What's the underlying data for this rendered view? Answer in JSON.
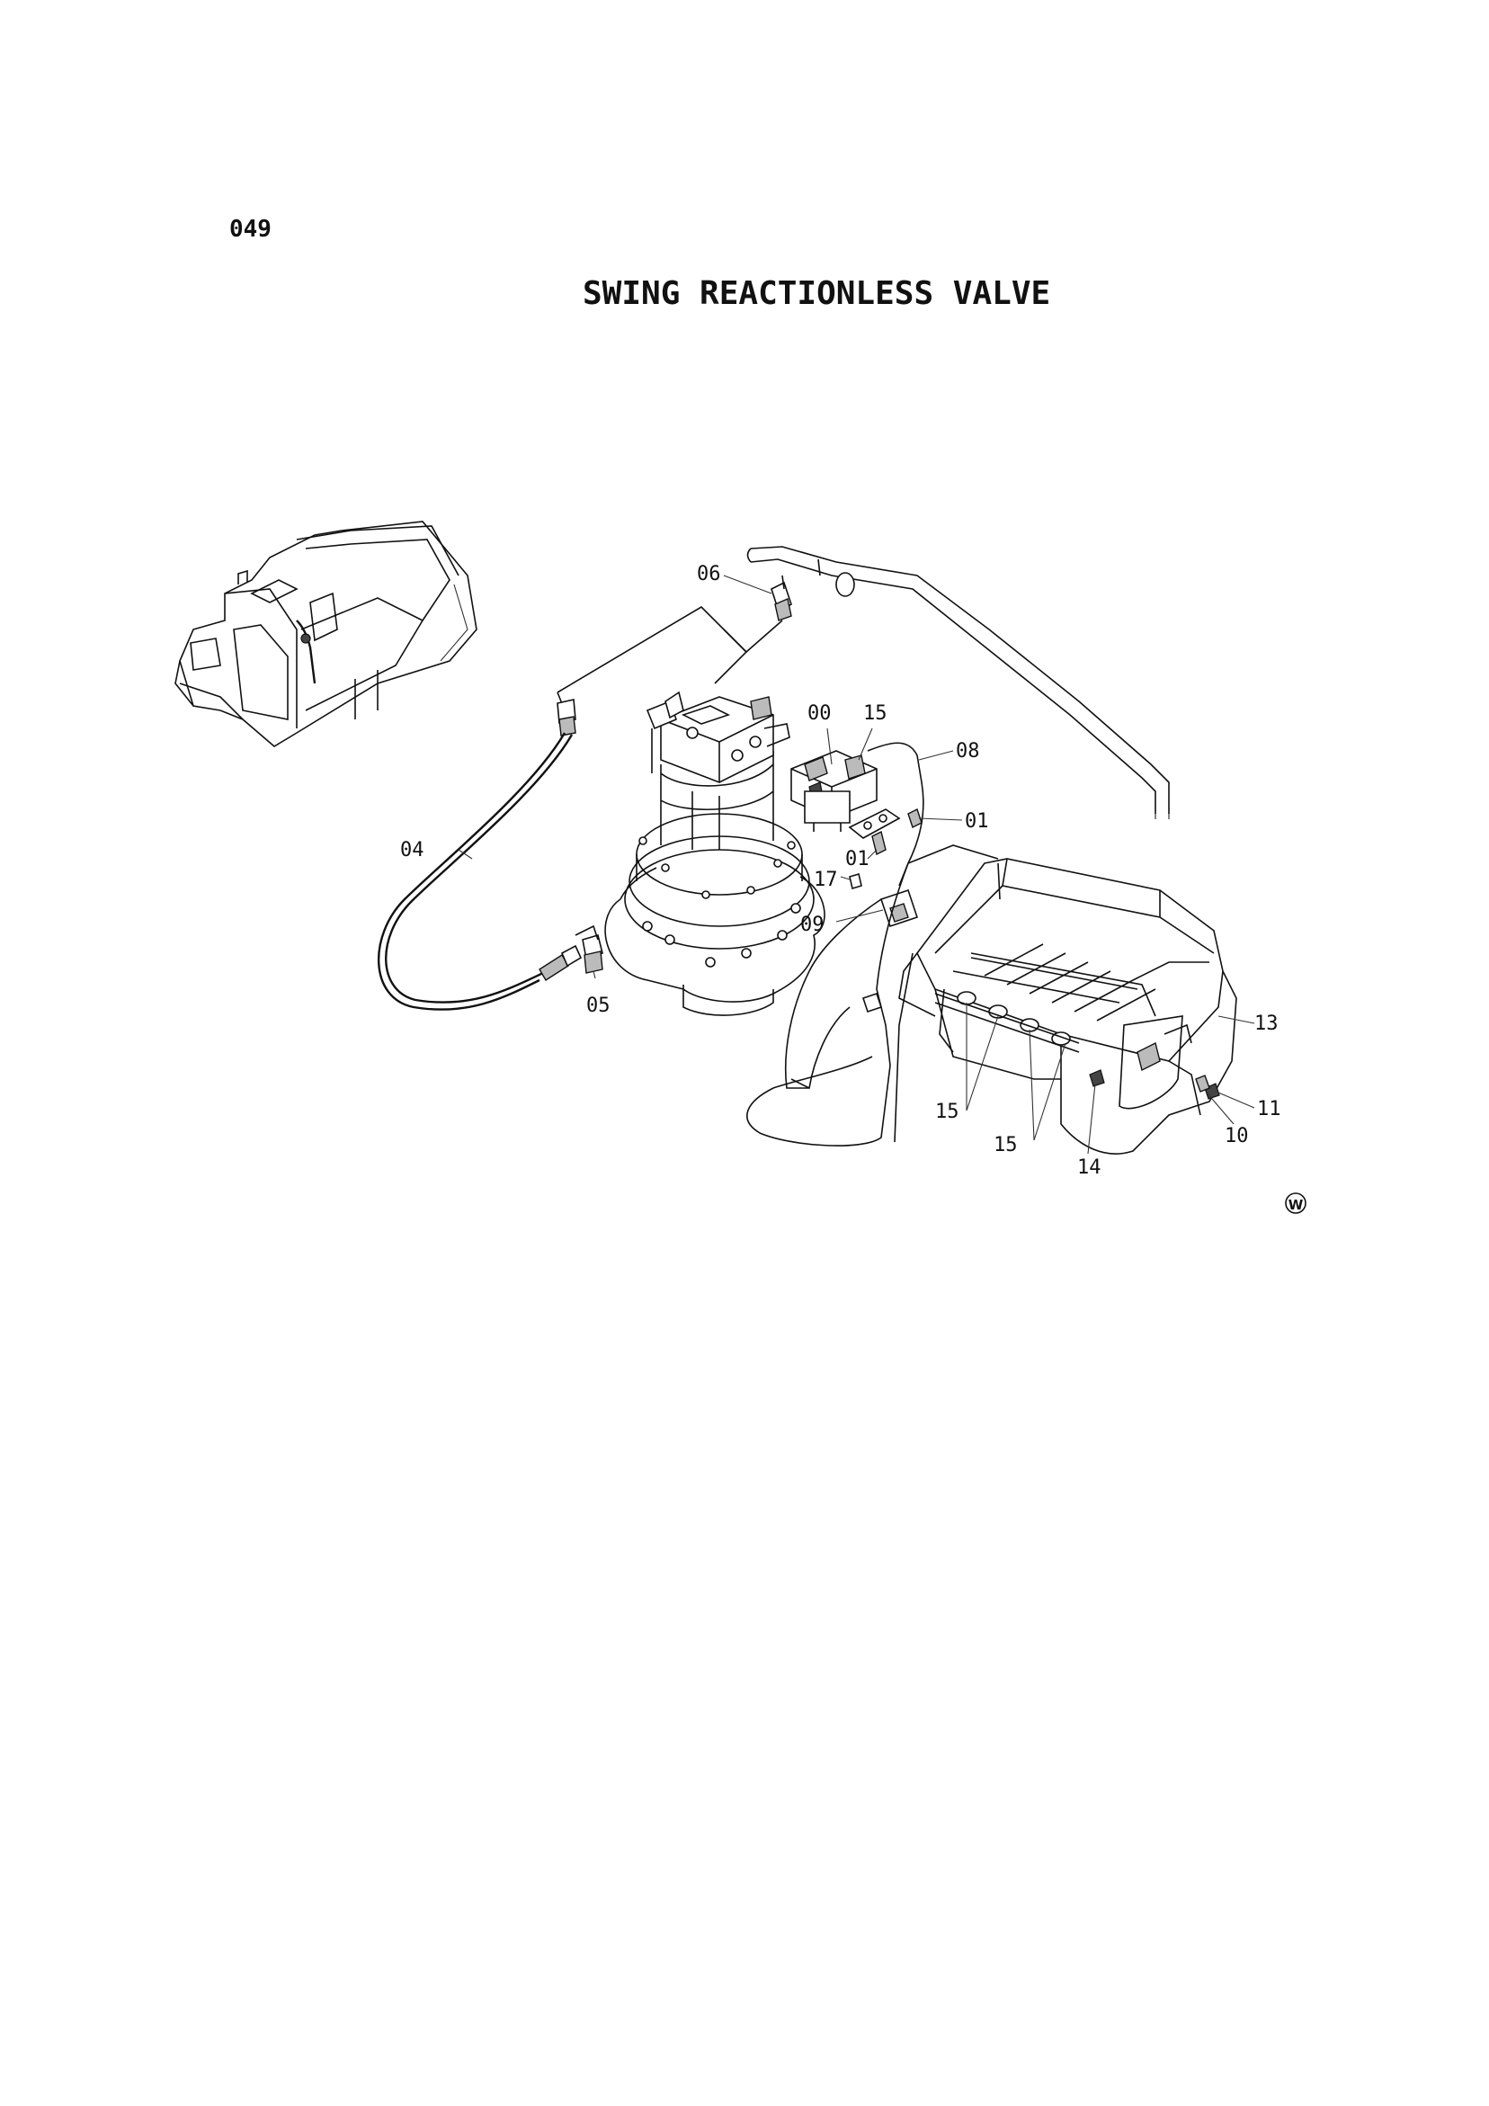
{
  "page": {
    "number": "049",
    "title": "SWING REACTIONLESS VALVE"
  },
  "diagram": {
    "callouts": [
      {
        "id": "c06",
        "label": "06"
      },
      {
        "id": "c00",
        "label": "00"
      },
      {
        "id": "c15a",
        "label": "15"
      },
      {
        "id": "c08",
        "label": "08"
      },
      {
        "id": "c01a",
        "label": "01"
      },
      {
        "id": "c01b",
        "label": "01"
      },
      {
        "id": "c04",
        "label": "04"
      },
      {
        "id": "c17",
        "label": "17"
      },
      {
        "id": "c09",
        "label": "09"
      },
      {
        "id": "c05",
        "label": "05"
      },
      {
        "id": "c13",
        "label": "13"
      },
      {
        "id": "c11",
        "label": "11"
      },
      {
        "id": "c10",
        "label": "10"
      },
      {
        "id": "c15b",
        "label": "15"
      },
      {
        "id": "c15c",
        "label": "15"
      },
      {
        "id": "c14",
        "label": "14"
      }
    ],
    "variant_mark": "W"
  }
}
